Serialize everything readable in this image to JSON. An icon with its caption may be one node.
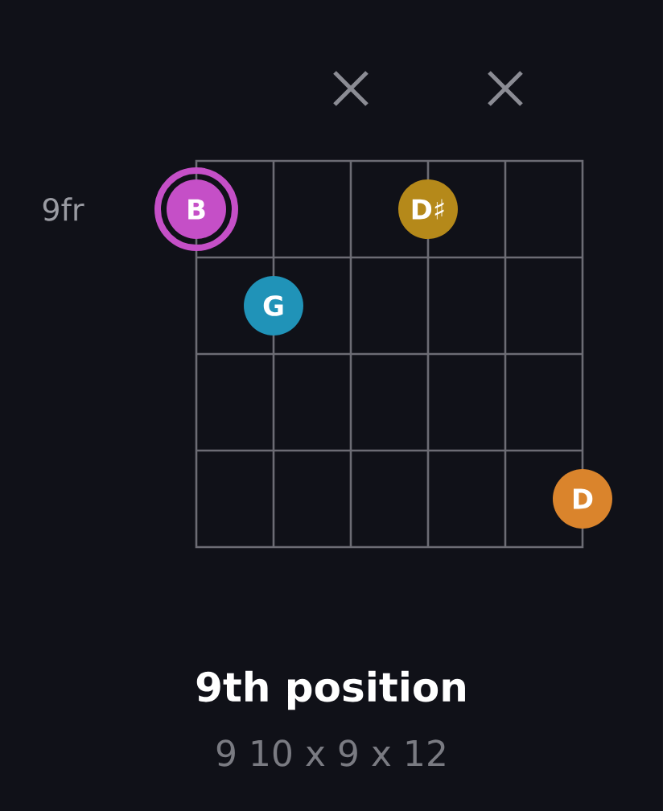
{
  "diagram": {
    "title": "9th position",
    "caption": "9 10 x 9 x 12",
    "nodes": [
      {
        "text": [
          "B"
        ]
      },
      {
        "text": [
          "D♯"
        ]
      },
      {
        "text": [
          "G"
        ]
      },
      {
        "text": [
          "D"
        ]
      }
    ],
    "labels": [
      "9fr"
    ]
  }
}
